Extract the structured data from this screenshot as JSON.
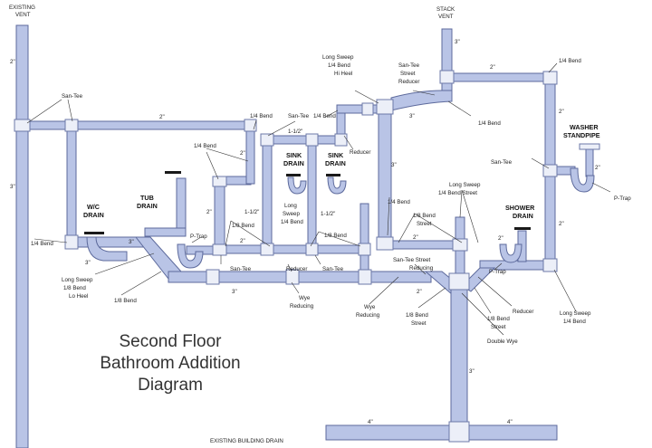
{
  "title_lines": [
    "Second Floor",
    "Bathroom Addition",
    "Diagram"
  ],
  "fixtures": {
    "existing_vent": [
      "EXISTING",
      "VENT"
    ],
    "stack_vent": [
      "STACK",
      "VENT"
    ],
    "wc_drain": [
      "W/C",
      "DRAIN"
    ],
    "tub_drain": [
      "TUB",
      "DRAIN"
    ],
    "sink_drain_1": [
      "SINK",
      "DRAIN"
    ],
    "sink_drain_2": [
      "SINK",
      "DRAIN"
    ],
    "washer_standpipe": [
      "WASHER",
      "STANDPIPE"
    ],
    "shower_drain": [
      "SHOWER",
      "DRAIN"
    ],
    "existing_building_drain": "EXISTING BUILDING DRAIN"
  },
  "sizes": {
    "vent_left_upper": "2\"",
    "vent_left_lower": "3\"",
    "top_branch": "2\"",
    "sink_top": "1-1/2\"",
    "sink_left": "1-1/2\"",
    "sink_right": "1-1/2\"",
    "tub_riser": "2\"",
    "tub_side": "2\"",
    "tub_arm": "2\"",
    "wc_arm": "3\"",
    "wc_low": "3\"",
    "main_left": "3\"",
    "main_right": "2\"",
    "stack_top": "3\"",
    "stack_arm": "2\"",
    "stack_mid": "3\"",
    "center_riser": "3\"",
    "center_arm": "2\"",
    "right_vent_upper": "2\"",
    "right_vent_lower": "2\"",
    "washer": "2\"",
    "shower_arm": "2\"",
    "drop": "3\"",
    "building_left": "4\"",
    "building_right": "4\""
  },
  "fittings": {
    "san_tee_top": "San-Tee",
    "quarter_bend_a": "1/4 Bend",
    "san_tee_b": "San-Tee",
    "quarter_bend_c": "1/4 Bend",
    "long_sweep_hi": [
      "Long Sweep",
      "1/4 Bend",
      "Hi Heel"
    ],
    "san_tee_reducer": [
      "San-Tee",
      "Street",
      "Reducer"
    ],
    "quarter_bend_top_right": "1/4 Bend",
    "quarter_bend_stack": "1/4 Bend",
    "quarter_bend_sink": "1/4 Bend",
    "reducer_sink": "Reducer",
    "long_sweep_sink": [
      "Long",
      "Sweep",
      "1/4 Bend"
    ],
    "eighth_bend_left": "1/8 Bend",
    "eighth_bend_right": "1/8 Bend",
    "p_trap_tub": "P-Trap",
    "san_tee_lower": "San-Tee",
    "reducer_lower": "Reducer",
    "san_tee_lower2": "San-Tee",
    "quarter_bend_wc": "1/4 Bend",
    "long_sweep_lo": [
      "Long Sweep",
      "1/8 Bend",
      "Lo Heel"
    ],
    "eighth_bend_wc": "1/8 Bend",
    "wye_reducing_left": [
      "Wye",
      "Reducing"
    ],
    "wye_reducing_mid": [
      "Wye",
      "Reducing"
    ],
    "san_tee_street_reducing": [
      "San-Tee Street",
      "Reducing"
    ],
    "quarter_bend_center": "1/4 Bend",
    "eighth_bend_street_a": [
      "1/8 Bend",
      "Street"
    ],
    "long_sweep_street": [
      "Long Sweep",
      "1/4 Bend Street"
    ],
    "eighth_bend_street_b": [
      "1/8 Bend",
      "Street"
    ],
    "eighth_bend_street_c": [
      "1/8 Bend",
      "Street"
    ],
    "double_wye": "Double Wye",
    "san_tee_washer": "San-Tee",
    "p_trap_washer": "P-Trap",
    "p_trap_shower": "P-Trap",
    "reducer_shower": "Reducer",
    "long_sweep_shower": [
      "Long Sweep",
      "1/4 Bend"
    ]
  }
}
